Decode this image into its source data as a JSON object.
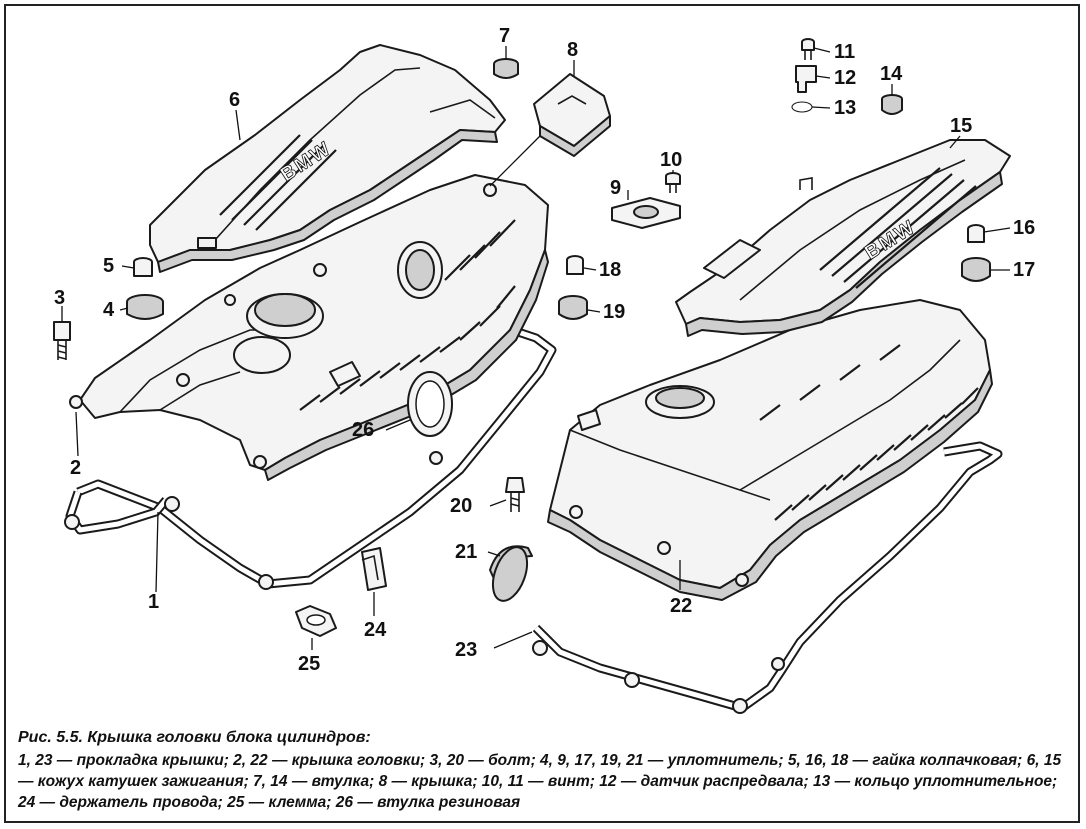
{
  "figure": {
    "caption_title": "Рис. 5.5. Крышка головки блока цилиндров:",
    "caption_legend": "1, 23 — прокладка крышки; 2, 22 — крышка головки; 3, 20 — болт; 4, 9, 17, 19, 21 — уплотнитель; 5, 16, 18 — гайка колпачковая; 6, 15 — кожух катушек зажигания; 7, 14 — втулка; 8 — крышка; 10, 11 — винт; 12 — датчик распредвала; 13 — кольцо уплотнительное; 24 — держатель провода; 25 — клемма; 26 — втулка резиновая"
  },
  "logos": {
    "left_cover": "BMW",
    "right_cover": "BMW"
  },
  "callouts": {
    "c1": "1",
    "c2": "2",
    "c3": "3",
    "c4": "4",
    "c5": "5",
    "c6": "6",
    "c7": "7",
    "c8": "8",
    "c9": "9",
    "c10": "10",
    "c11": "11",
    "c12": "12",
    "c13": "13",
    "c14": "14",
    "c15": "15",
    "c16": "16",
    "c17": "17",
    "c18": "18",
    "c19": "19",
    "c20": "20",
    "c21": "21",
    "c22": "22",
    "c23": "23",
    "c24": "24",
    "c25": "25",
    "c26": "26"
  }
}
